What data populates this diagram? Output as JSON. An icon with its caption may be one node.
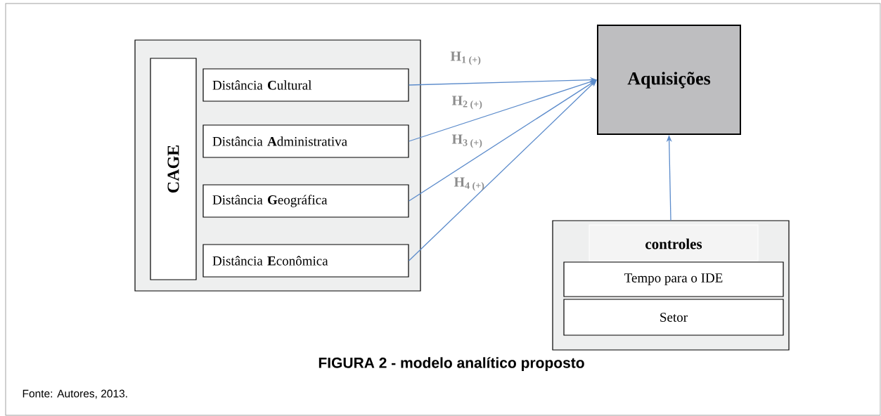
{
  "diagram": {
    "caption": "FIGURA 2 - modelo analítico proposto",
    "nodes": [
      {
        "text": [],
        "shape": "box"
      },
      {
        "text": [
          "CAGE"
        ],
        "in": 0
      },
      {
        "text": [
          "Distância **C**ultural"
        ],
        "in": 0
      },
      {
        "text": [
          "Distância **A**dministrativa"
        ],
        "in": 0
      },
      {
        "text": [
          "Distância **G**eográfica"
        ],
        "in": 0
      },
      {
        "text": [
          "Distância **E**conômica"
        ],
        "in": 0
      },
      {
        "text": [
          "Aquisições"
        ]
      },
      {
        "text": [
          "controles"
        ]
      },
      {
        "text": [
          "Tempo para o IDE"
        ],
        "in": 7
      },
      {
        "text": [
          "Setor"
        ],
        "in": 7
      }
    ],
    "edges": [
      {
        "from": 2,
        "to": 6,
        "arrow": "to",
        "label": "H$_{1 (+)}$"
      },
      {
        "from": 3,
        "to": 6,
        "arrow": "to",
        "label": "H$_{2 (+)}$"
      },
      {
        "from": 4,
        "to": 6,
        "arrow": "to",
        "label": "H$_{3 (+)}$"
      },
      {
        "from": 5,
        "to": 6,
        "arrow": "to",
        "label": "H$_{4 (+)}$"
      },
      {
        "from": 7,
        "to": 6,
        "arrow": "to"
      }
    ],
    "labels": [
      "Fonte: Autores, 2013."
    ]
  }
}
